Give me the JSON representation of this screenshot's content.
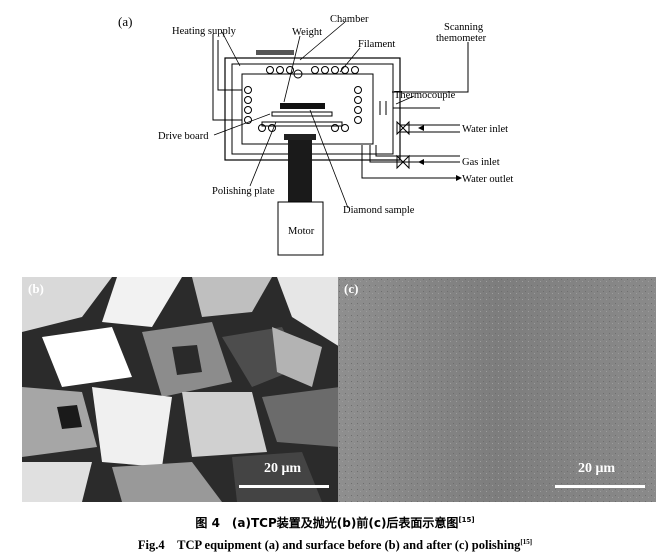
{
  "panel_a": {
    "label": "(a)",
    "heating_supply": "Heating supply",
    "weight": "Weight",
    "chamber": "Chamber",
    "filament": "Filament",
    "scanning_1": "Scanning",
    "scanning_2": "themometer",
    "thermocouple": "Thermocouple",
    "water_inlet": "Water inlet",
    "gas_inlet": "Gas inlet",
    "water_outlet": "Water outlet",
    "drive_board": "Drive board",
    "polishing_plate": "Polishing plate",
    "diamond_sample": "Diamond sample",
    "motor": "Motor"
  },
  "panel_b": {
    "label": "(b)",
    "scale": "20 μm"
  },
  "panel_c": {
    "label": "(c)",
    "scale": "20 μm"
  },
  "caption": {
    "cn": "图 4　(a)TCP装置及抛光(b)前(c)后表面示意图",
    "cn_ref": "[15]",
    "en": "Fig.4　TCP equipment (a) and surface before (b) and after (c) polishing",
    "en_ref": "[15]"
  }
}
